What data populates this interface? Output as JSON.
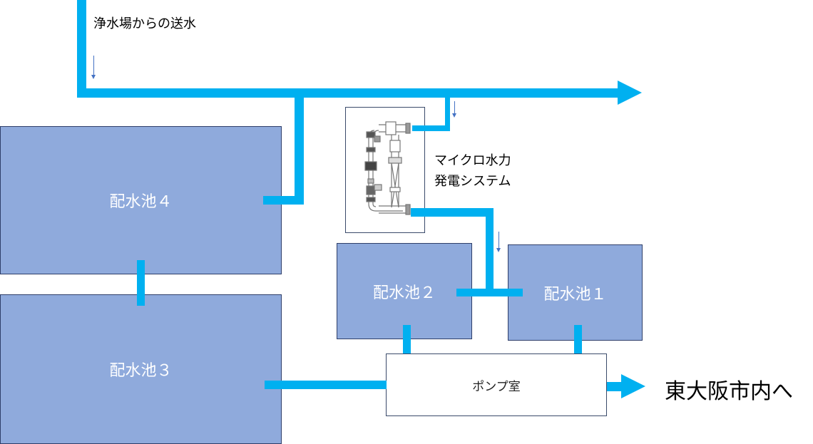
{
  "labels": {
    "source": "浄水場からの送水",
    "micro_hydro_line1": "マイクロ水力",
    "micro_hydro_line2": "発電システム",
    "destination": "東大阪市内へ"
  },
  "tanks": {
    "tank4": "配水池４",
    "tank3": "配水池３",
    "tank2": "配水池２",
    "tank1": "配水池１"
  },
  "pump_room": "ポンプ室",
  "colors": {
    "pipe": "#00b0f0",
    "tank_fill": "#8faadc",
    "flow_arrow": "#4472c4"
  }
}
